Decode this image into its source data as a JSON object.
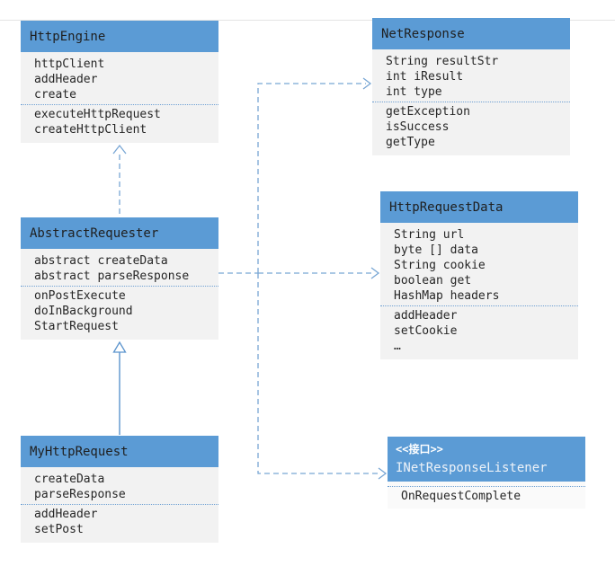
{
  "diagram": {
    "type": "uml-class-diagram",
    "colors": {
      "header_fill": "#5b9bd5",
      "body_fill": "#f2f2f2",
      "interface_body_fill": "#fafafa",
      "arrow_blue": "#78a6d4",
      "separator_blue": "#6ea0d3",
      "title_text": "#1f1f1f",
      "interface_title_text": "#edf2f8",
      "top_rule_gray": "#e4e4e4"
    },
    "classes": [
      {
        "name": "HttpEngine",
        "attributes": [
          "httpClient",
          "addHeader",
          "create"
        ],
        "methods": [
          "executeHttpRequest",
          "createHttpClient"
        ]
      },
      {
        "name": "NetResponse",
        "attributes": [
          "String resultStr",
          "int iResult",
          "int type"
        ],
        "methods": [
          "getException",
          "isSuccess",
          "getType"
        ]
      },
      {
        "name": "AbstractRequester",
        "attributes": [
          "abstract createData",
          "abstract parseResponse"
        ],
        "methods": [
          "onPostExecute",
          "doInBackground",
          "StartRequest"
        ]
      },
      {
        "name": "HttpRequestData",
        "attributes": [
          "String url",
          "byte [] data",
          "String cookie",
          "boolean get",
          "HashMap headers"
        ],
        "methods": [
          "addHeader",
          "setCookie",
          "…"
        ]
      },
      {
        "name": "MyHttpRequest",
        "attributes": [
          "createData",
          "parseResponse"
        ],
        "methods": [
          "addHeader",
          "setPost"
        ]
      },
      {
        "name": "INetResponseListener",
        "stereotype": "<<接口>>",
        "attributes": [],
        "methods": [
          "OnRequestComplete"
        ]
      }
    ],
    "relations": [
      {
        "from": "AbstractRequester",
        "to": "HttpEngine",
        "type": "dependency-dashed-arrow"
      },
      {
        "from": "MyHttpRequest",
        "to": "AbstractRequester",
        "type": "generalization-solid-hollow-triangle"
      },
      {
        "from": "AbstractRequester",
        "to": "NetResponse",
        "type": "dependency-dashed-arrow"
      },
      {
        "from": "AbstractRequester",
        "to": "HttpRequestData",
        "type": "dependency-dashed-arrow"
      },
      {
        "from": "AbstractRequester",
        "to": "INetResponseListener",
        "type": "dependency-dashed-arrow"
      }
    ]
  }
}
